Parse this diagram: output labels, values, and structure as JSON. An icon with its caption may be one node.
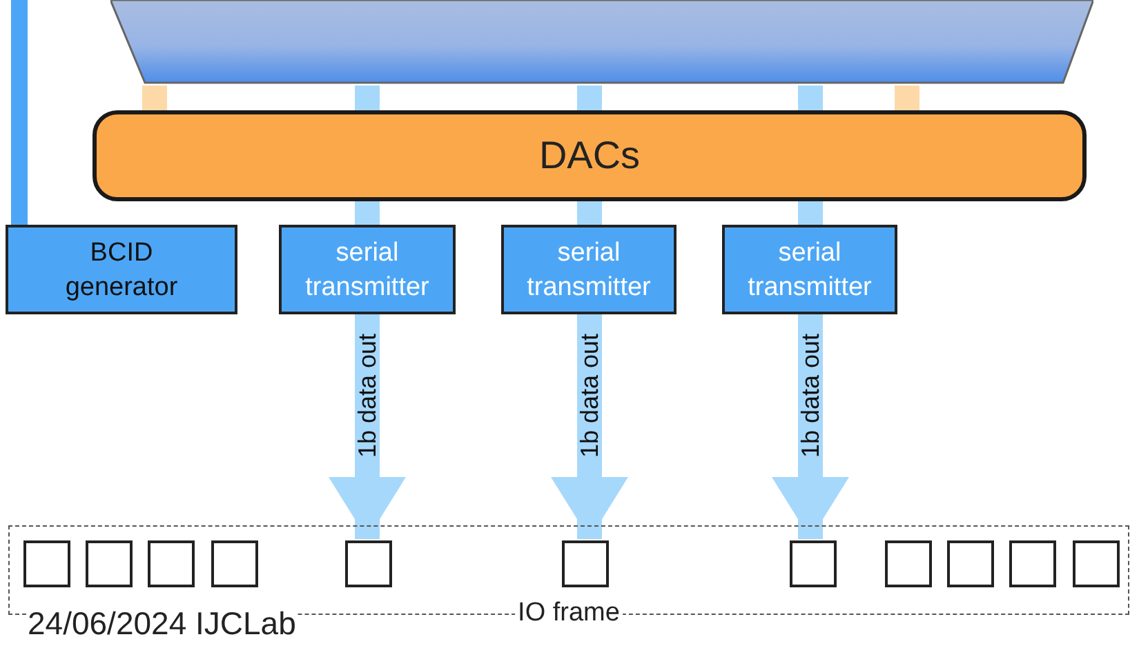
{
  "diagram": {
    "nodes": [
      {
        "text": [],
        "shape": "box"
      },
      {
        "text": [
          "DACs"
        ]
      },
      {
        "text": [
          "BCID generator"
        ]
      },
      {
        "text": [
          "serial transmitter"
        ]
      },
      {
        "text": [
          "serial transmitter"
        ]
      },
      {
        "text": [
          "serial transmitter"
        ]
      },
      {
        "text": [
          "IO frame"
        ]
      },
      {
        "text": [],
        "shape": "box",
        "in": 6
      },
      {
        "text": [],
        "shape": "box",
        "in": 6
      },
      {
        "text": [],
        "shape": "box",
        "in": 6
      },
      {
        "text": [],
        "shape": "box",
        "in": 6
      },
      {
        "text": [],
        "shape": "box",
        "in": 6
      },
      {
        "text": [],
        "shape": "box",
        "in": 6
      },
      {
        "text": [],
        "shape": "box",
        "in": 6
      },
      {
        "text": [],
        "shape": "box",
        "in": 6
      },
      {
        "text": [],
        "shape": "box",
        "in": 6
      },
      {
        "text": [],
        "shape": "box",
        "in": 6
      },
      {
        "text": [],
        "shape": "box",
        "in": 6
      }
    ],
    "edges": [
      {
        "from": null,
        "to": 2,
        "arrow": "none",
        "color": "#4da6f5"
      },
      {
        "from": 0,
        "to": 1,
        "arrow": "none",
        "color": "#fdd9a8"
      },
      {
        "from": 0,
        "to": 1,
        "arrow": "none"
      },
      {
        "from": 0,
        "to": 1,
        "arrow": "none"
      },
      {
        "from": 0,
        "to": 1,
        "arrow": "none"
      },
      {
        "from": 0,
        "to": 1,
        "arrow": "none",
        "color": "#fdd9a8"
      },
      {
        "from": 1,
        "to": 3,
        "arrow": "to"
      },
      {
        "from": 1,
        "to": 4,
        "arrow": "to"
      },
      {
        "from": 1,
        "to": 5,
        "arrow": "to"
      },
      {
        "from": 3,
        "to": 11,
        "arrow": "to",
        "label": "1b data out"
      },
      {
        "from": 4,
        "to": 12,
        "arrow": "to",
        "label": "1b data out"
      },
      {
        "from": 5,
        "to": 13,
        "arrow": "to",
        "label": "1b data out"
      }
    ],
    "labels": [
      "24/06/2024 IJCLab"
    ]
  }
}
